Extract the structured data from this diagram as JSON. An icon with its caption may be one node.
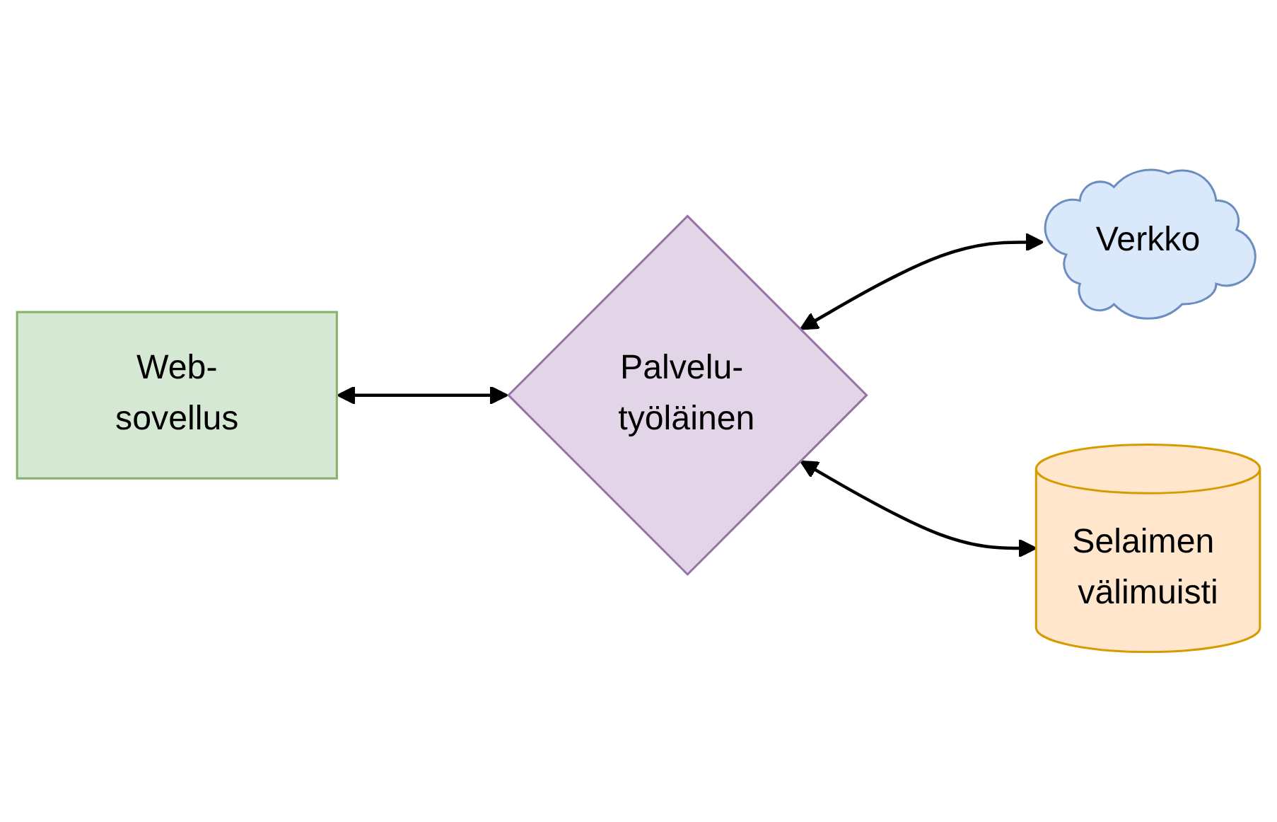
{
  "diagram": {
    "nodes": [
      {
        "text": [
          "Web-sovellus"
        ]
      },
      {
        "text": [
          "Palvelu- työläinen"
        ]
      },
      {
        "text": [
          "Verkko"
        ]
      },
      {
        "text": [
          "Selaimen välimuisti"
        ]
      }
    ],
    "edges": [
      {
        "from": 0,
        "to": 1,
        "arrow": "both"
      },
      {
        "from": 1,
        "to": 2,
        "arrow": "both"
      },
      {
        "from": 1,
        "to": 3,
        "arrow": "both"
      }
    ]
  }
}
